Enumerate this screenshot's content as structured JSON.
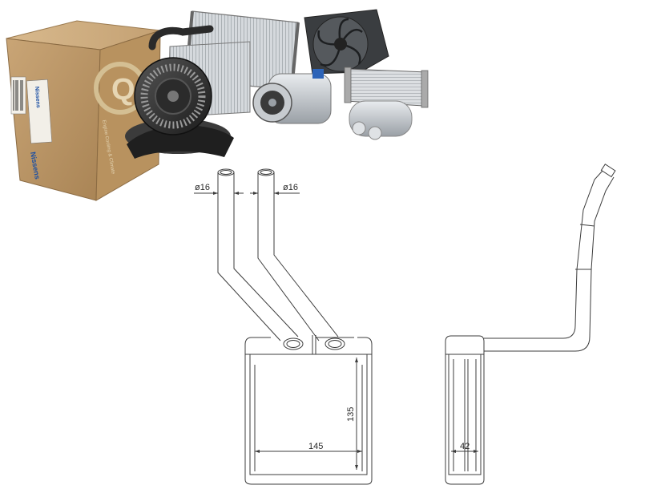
{
  "product_photo": {
    "box_brand": "Nissens",
    "box_side_text": "Engine Cooling & Climate",
    "box_seal_letter": "Q",
    "box_barcode_label": "Nissens"
  },
  "drawing": {
    "front_view": {
      "pipe_diameter_left": "ø16",
      "pipe_diameter_right": "ø16",
      "core_width": "145",
      "core_height": "135"
    },
    "side_view": {
      "core_depth": "42"
    }
  }
}
